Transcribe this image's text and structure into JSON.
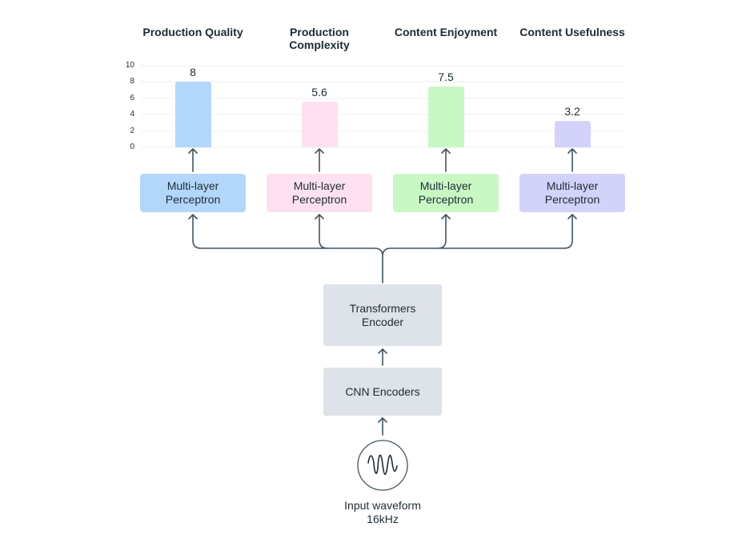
{
  "metrics": [
    {
      "title": "Production\nQuality",
      "value": "8",
      "color": "#b3d7fb",
      "mlp_color": "#b3d7fb"
    },
    {
      "title": "Production\nComplexity",
      "value": "5.6",
      "color": "#fde1f1",
      "mlp_color": "#fde1f1"
    },
    {
      "title": "Content\nEnjoyment",
      "value": "7.5",
      "color": "#c9f8c5",
      "mlp_color": "#c9f8c5"
    },
    {
      "title": "Content\nUsefulness",
      "value": "3.2",
      "color": "#d3d2fb",
      "mlp_color": "#d3d2fb"
    }
  ],
  "axis": {
    "ticks": [
      "0",
      "2",
      "4",
      "6",
      "8",
      "10"
    ],
    "ylim": [
      0,
      10
    ]
  },
  "mlp_label": "Multi-layer\nPerceptron",
  "transformers_encoder": "Transformers\nEncoder",
  "cnn_encoders": "CNN Encoders",
  "input_label": "Input waveform\n16kHz",
  "colors": {
    "line": "#425460",
    "encoder_box": "#dee3e9",
    "gridline": "#eceff2"
  }
}
